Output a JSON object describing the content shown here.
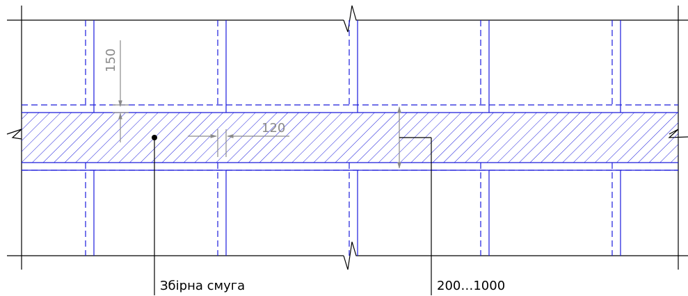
{
  "dimensions": {
    "top_gap": "150",
    "beam_width": "120",
    "strip_width": "200…1000"
  },
  "labels": {
    "strip_name": "Збірна смуга"
  },
  "colors": {
    "outline": "#000000",
    "structure_blue": "#1a1adb",
    "dimension_gray": "#8a8a8a",
    "background": "#ffffff"
  }
}
